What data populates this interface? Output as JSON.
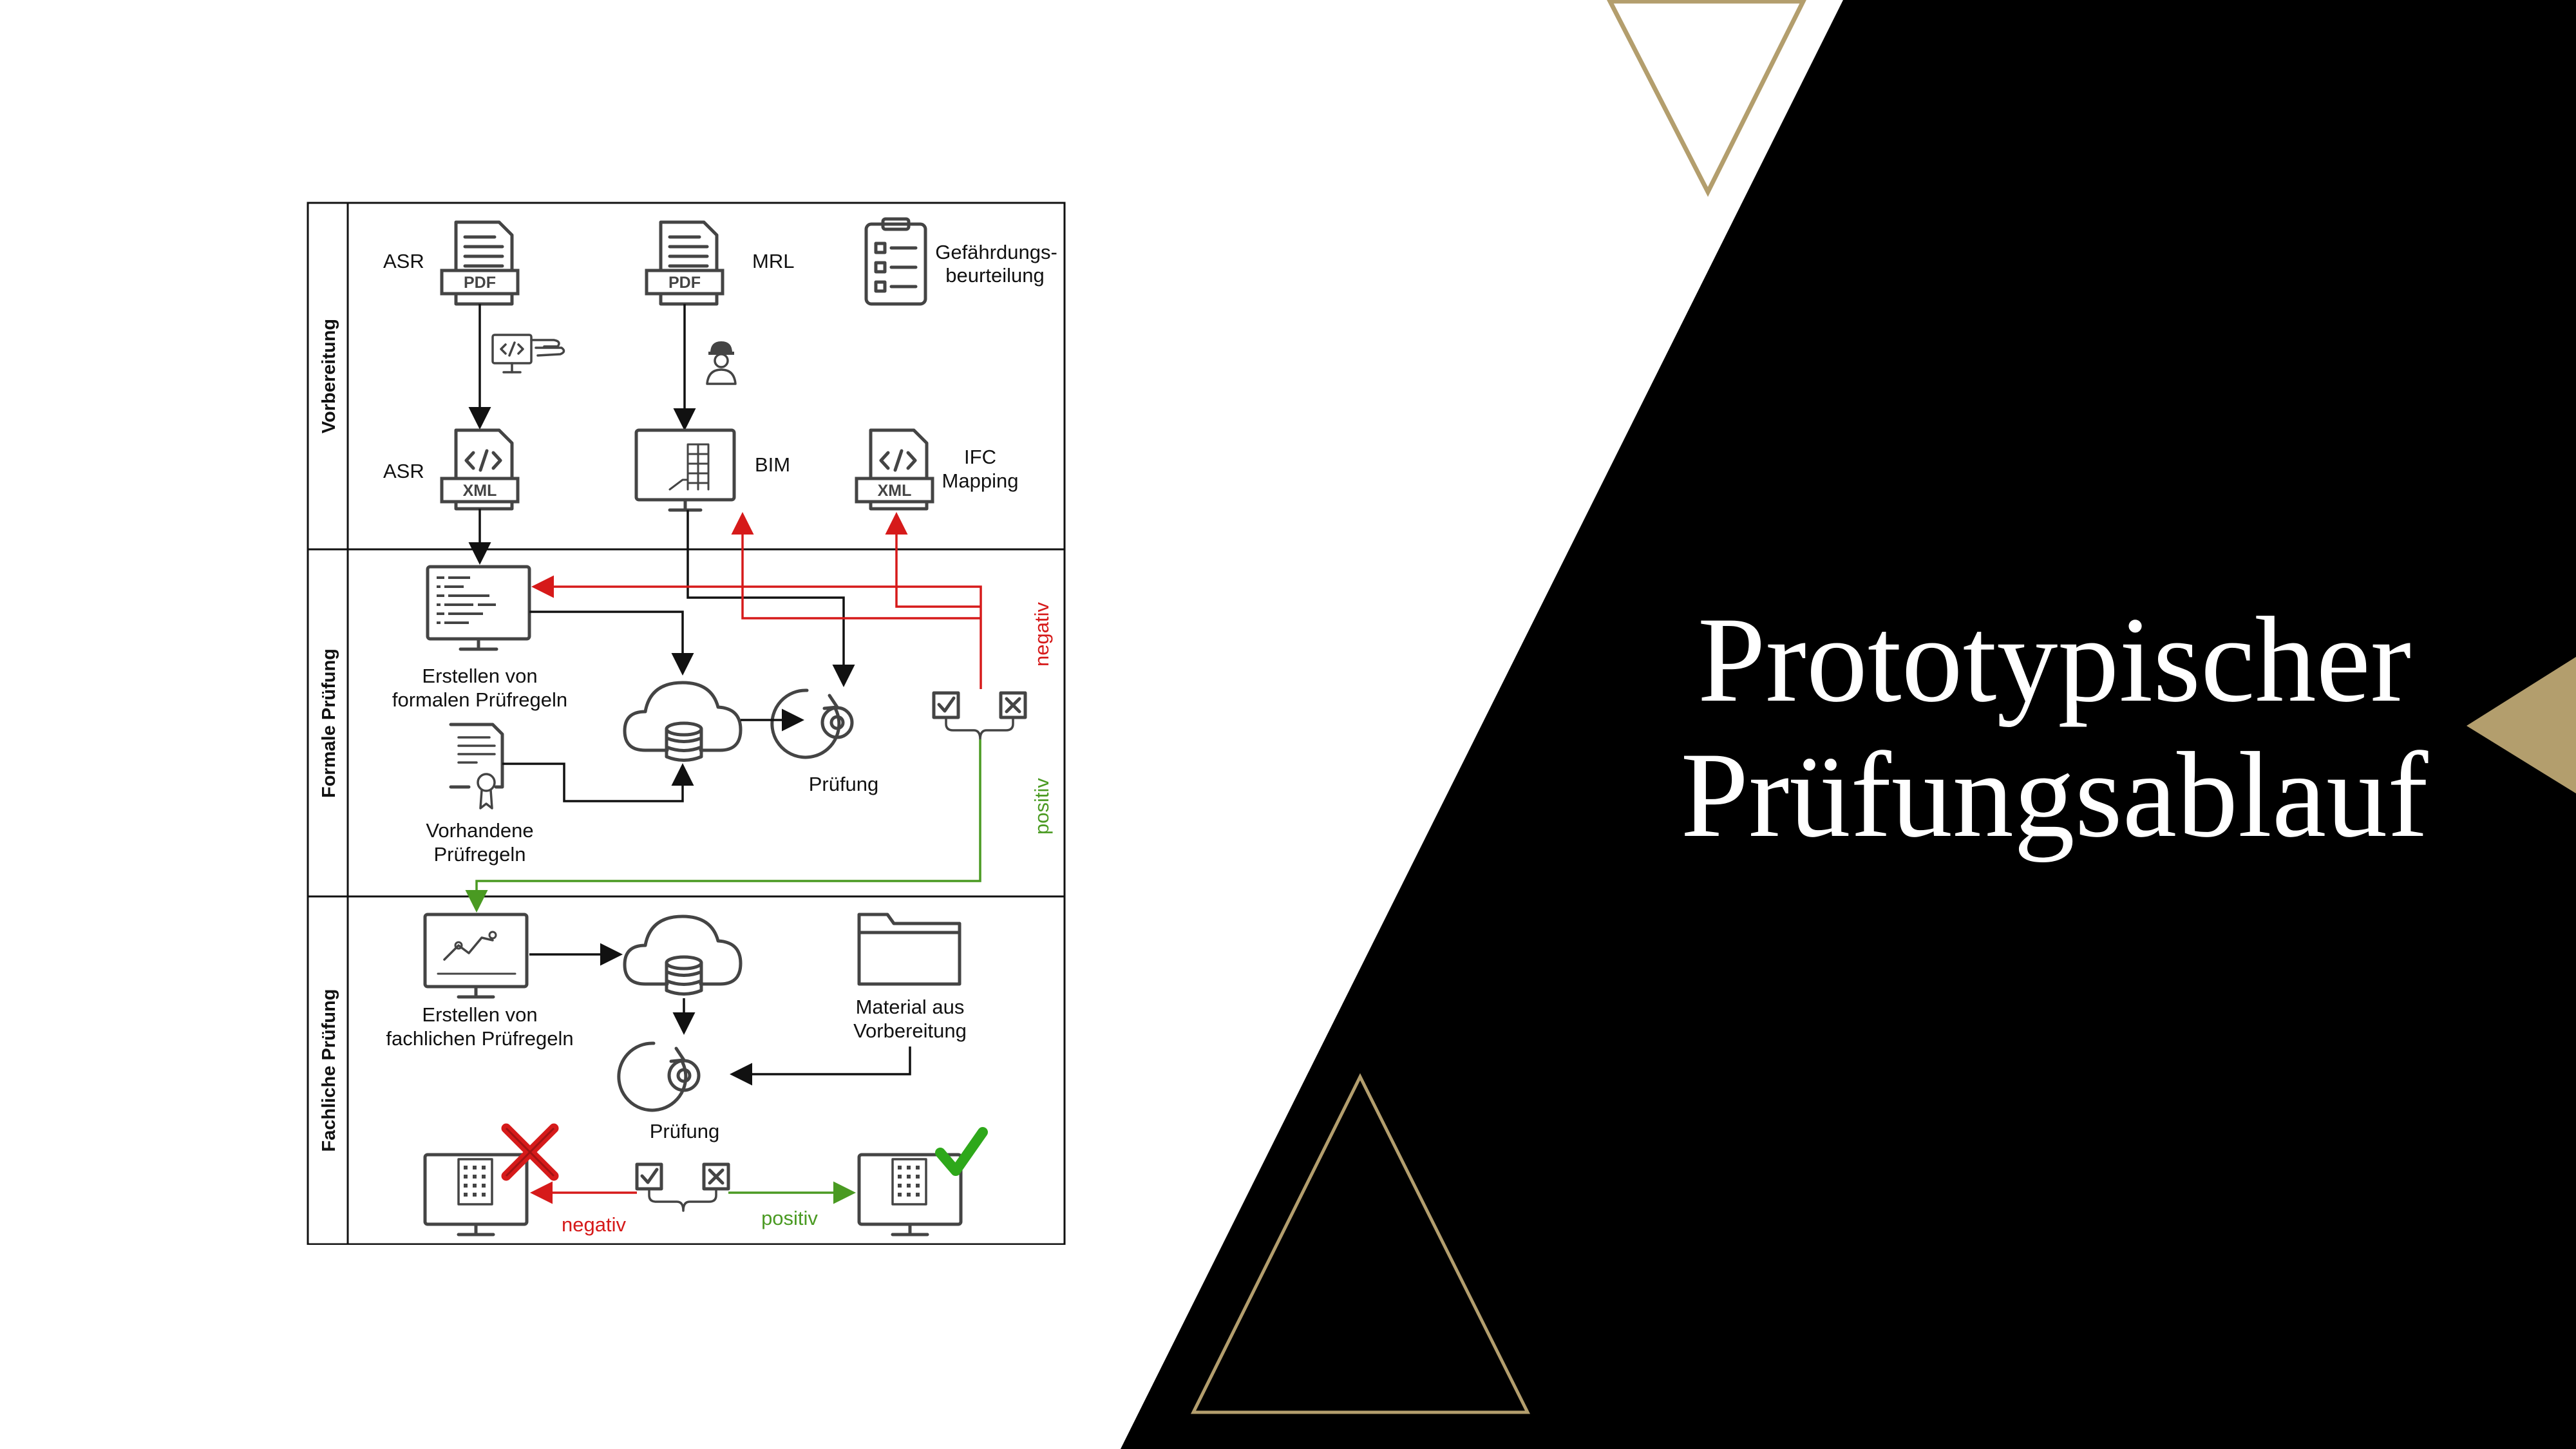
{
  "slide": {
    "title_line1": "Prototypischer",
    "title_line2": "Prüfungsablauf",
    "colors": {
      "background": "#ffffff",
      "dark_panel": "#000000",
      "accent_gold": "#b39e6d",
      "negative": "#d61a1a",
      "positive": "#4a9a22"
    }
  },
  "diagram": {
    "lanes": [
      "Vorbereitung",
      "Formale Prüfung",
      "Fachliche Prüfung"
    ],
    "labels": {
      "asr_pdf": "ASR",
      "mrl_pdf": "MRL",
      "gefaehrdung_l1": "Gefährdungs-",
      "gefaehrdung_l2": "beurteilung",
      "asr_xml": "ASR",
      "bim": "BIM",
      "ifc_l1": "IFC",
      "ifc_l2": "Mapping",
      "erstellen_formal_l1": "Erstellen von",
      "erstellen_formal_l2": "formalen Prüfregeln",
      "vorhandene_l1": "Vorhandene",
      "vorhandene_l2": "Prüfregeln",
      "pruefung_1": "Prüfung",
      "negativ_1": "negativ",
      "positiv_1": "positiv",
      "erstellen_fach_l1": "Erstellen von",
      "erstellen_fach_l2": "fachlichen Prüfregeln",
      "material_l1": "Material aus",
      "material_l2": "Vorbereitung",
      "pruefung_2": "Prüfung",
      "negativ_2": "negativ",
      "positiv_2": "positiv"
    },
    "file_tags": {
      "pdf": "PDF",
      "xml": "XML"
    },
    "icons": [
      "pdf-file-icon",
      "xml-file-icon",
      "checklist-clipboard-icon",
      "hand-code-icon",
      "worker-icon",
      "bim-monitor-icon",
      "code-monitor-icon",
      "cloud-database-icon",
      "gear-refresh-icon",
      "certificate-document-icon",
      "check-box-icon",
      "cross-box-icon",
      "chart-monitor-icon",
      "folder-icon",
      "building-monitor-icon",
      "red-cross-icon",
      "green-check-icon"
    ]
  }
}
